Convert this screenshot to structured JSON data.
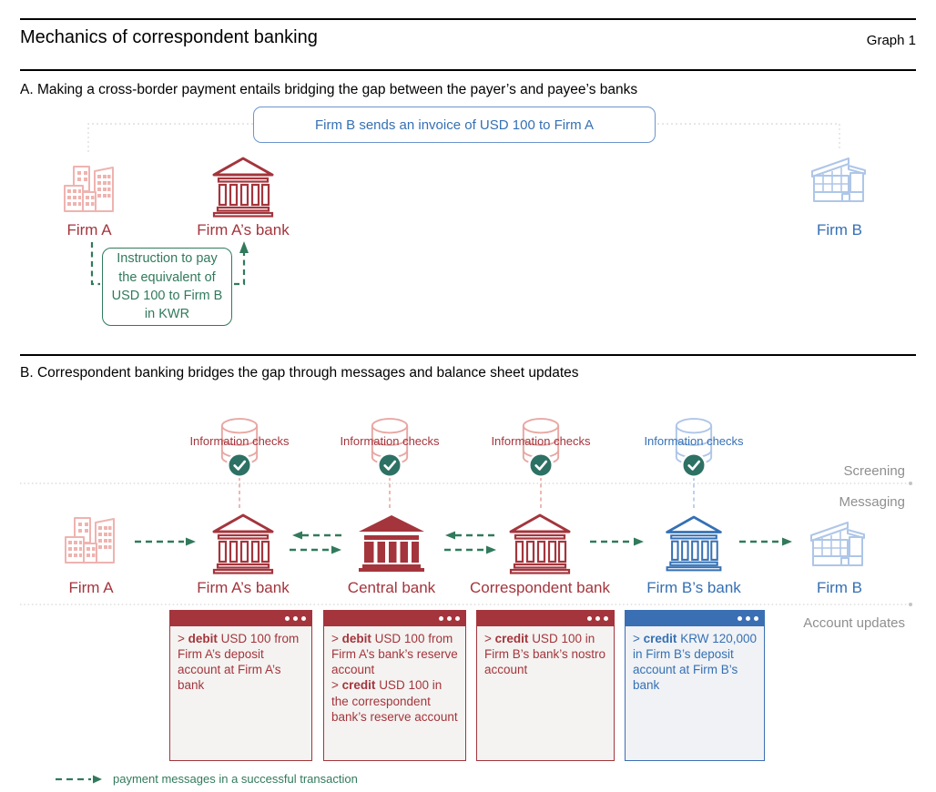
{
  "header": {
    "title": "Mechanics of correspondent banking",
    "graph_label": "Graph 1"
  },
  "panel_a": {
    "heading": "A. Making a cross-border payment entails bridging the gap between the payer’s and payee’s banks",
    "invoice_callout": "Firm B sends an invoice of USD 100 to Firm A",
    "instruction_callout": "Instruction to pay the equivalent of USD 100 to Firm B in KWR",
    "labels": {
      "firm_a": "Firm A",
      "firm_a_bank": "Firm A’s bank",
      "firm_b": "Firm B"
    }
  },
  "panel_b": {
    "heading": "B. Correspondent banking bridges the gap through messages and balance sheet updates",
    "information_checks_label": "Information checks",
    "row_labels": {
      "screening": "Screening",
      "messaging": "Messaging",
      "account_updates": "Account updates"
    },
    "entities": [
      "Firm A",
      "Firm A’s bank",
      "Central bank",
      "Correspondent bank",
      "Firm B’s bank",
      "Firm B"
    ],
    "account_boxes": [
      {
        "theme": "red",
        "entries": [
          {
            "prefix": ">",
            "bold": "debit",
            "text": "USD 100 from Firm A’s deposit account at Firm A’s bank"
          }
        ]
      },
      {
        "theme": "red",
        "entries": [
          {
            "prefix": ">",
            "bold": "debit",
            "text": "USD 100 from Firm A’s bank’s reserve account"
          },
          {
            "prefix": ">",
            "bold": "credit",
            "text": "USD 100 in the correspondent bank’s reserve account"
          }
        ]
      },
      {
        "theme": "red",
        "entries": [
          {
            "prefix": ">",
            "bold": "credit",
            "text": "USD 100 in Firm B’s bank’s nostro account"
          }
        ]
      },
      {
        "theme": "blue",
        "entries": [
          {
            "prefix": ">",
            "bold": "credit",
            "text": "KRW 120,000 in Firm B’s deposit account at Firm B’s bank"
          }
        ]
      }
    ],
    "legend": "payment messages in a successful transaction"
  },
  "colors": {
    "red": "#a4353c",
    "red_light": "#efb3af",
    "blue": "#3570b4",
    "blue_light": "#aec6e8",
    "green": "#317a5c",
    "green_check": "#2d7164",
    "gray_label": "#8f8f8f",
    "rule_black": "#000000"
  }
}
